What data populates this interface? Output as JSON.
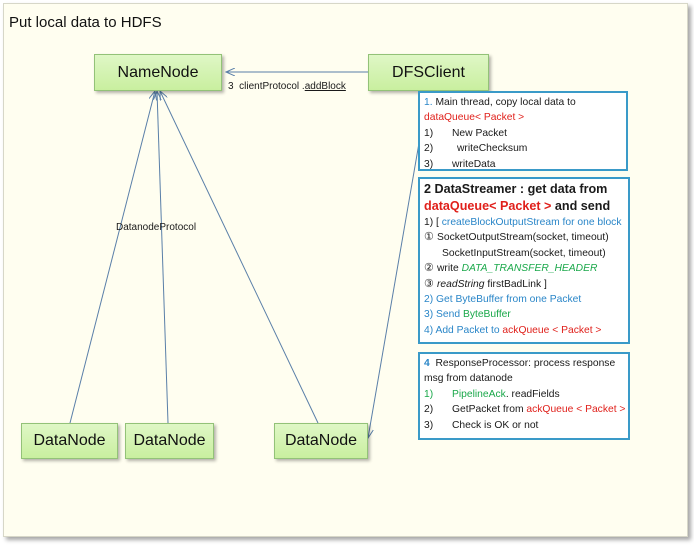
{
  "title": "Put local data to HDFS",
  "nodes": {
    "namenode": "NameNode",
    "dfsclient": "DFSClient",
    "datanode1": "DataNode",
    "datanode2": "DataNode",
    "datanode3": "DataNode"
  },
  "edge_labels": {
    "add_block_num": "3",
    "add_block_pre": "clientProtocol .",
    "add_block_method": "addBlock",
    "datanode_protocol": "DatanodeProtocol"
  },
  "note1": {
    "l1_num": "1.",
    "l1_text": "Main thread, copy local data to",
    "l2": "dataQueue< Packet >",
    "items": [
      {
        "num": "1)",
        "text": "New Packet"
      },
      {
        "num": "2)",
        "text": "writeChecksum"
      },
      {
        "num": "3)",
        "text": "writeData"
      }
    ]
  },
  "note2": {
    "head1": "2 DataStreamer :  get data from",
    "head2_red": "dataQueue< Packet >",
    "head2_rest": " and send",
    "l1_pre": "1) [ ",
    "l1_blue": "createBlockOutputStream for one block",
    "l2_mark": "①",
    "l2_text": "SocketOutputStream(socket,  timeout)",
    "l3_text": "SocketInputStream(socket,  timeout)",
    "l4_mark": "②",
    "l4_pre": "write  ",
    "l4_green": "DATA_TRANSFER_HEADER",
    "l5_mark": "③",
    "l5_italic": "readString",
    "l5_rest": " firstBadLink ]",
    "l6": "2)  Get ByteBuffer from one Packet",
    "l7_num": "3)",
    "l7_pre": "Send ",
    "l7_green": "ByteBuffer",
    "l8_pre": "4)  Add Packet  to ",
    "l8_red": "ackQueue < Packet >"
  },
  "note3": {
    "head_num": "4",
    "head_text": "ResponseProcessor: process response",
    "head2": "msg from datanode",
    "i1_num": "1)",
    "i1_green": "PipelineAck",
    "i1_rest": ". readFields",
    "i2_num": "2)",
    "i2_pre": "GetPacket  from ",
    "i2_red": "ackQueue < Packet >",
    "i3_num": "3)",
    "i3_text": "Check is OK or not"
  },
  "colors": {
    "node_fill": "#d4f3b3",
    "node_border": "#93c278",
    "note_border": "#3a9ac8",
    "accent_red": "#e0201b",
    "accent_blue": "#2a86c8",
    "accent_green": "#1aa84a"
  }
}
